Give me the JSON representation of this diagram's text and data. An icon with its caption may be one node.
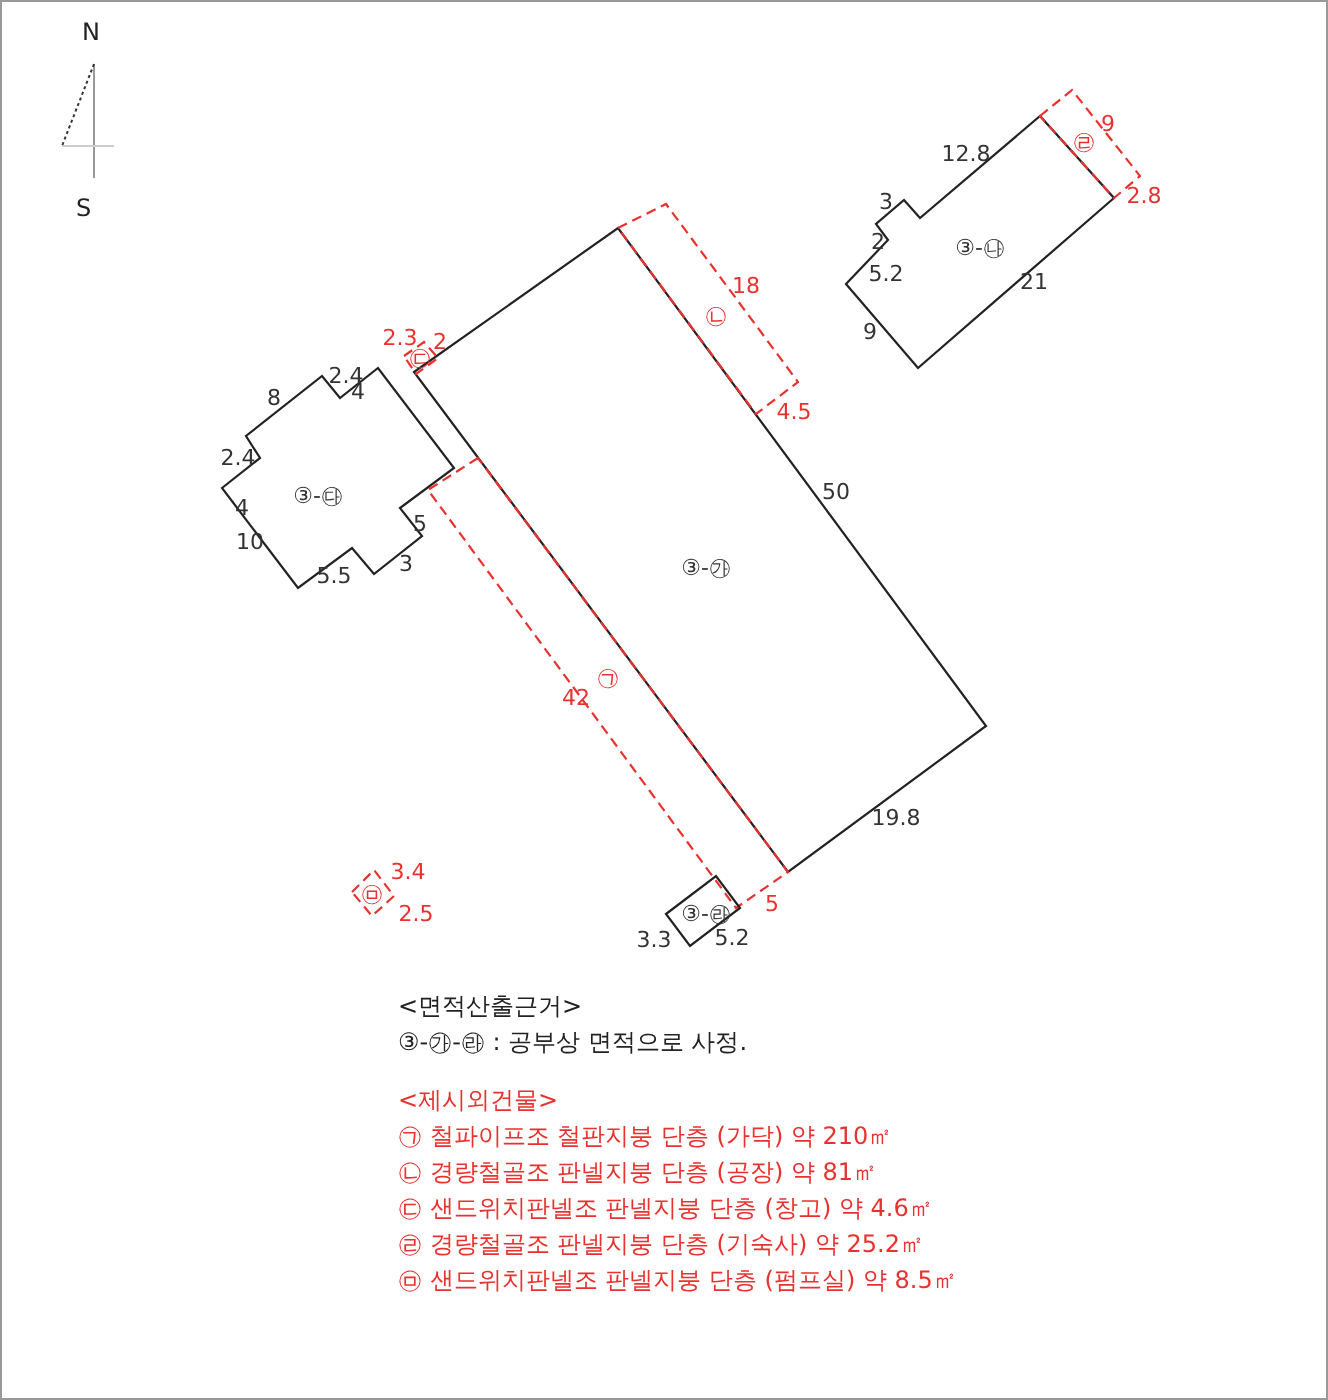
{
  "diagram": {
    "nodes": [
      {
        "text": [
          "③-㉮"
        ],
        "beside": [
          "50",
          "19.8"
        ]
      },
      {
        "text": [
          "㉡"
        ],
        "beside": [
          "18",
          "4.5"
        ]
      },
      {
        "text": [
          "㉠"
        ],
        "beside": [
          "42",
          "5"
        ]
      },
      {
        "text": [
          "㉢"
        ],
        "beside": [
          "2.3",
          "2"
        ]
      },
      {
        "text": [
          "③-㉰"
        ],
        "beside": [
          "8",
          "2.4",
          "2.4",
          "10",
          "5.5",
          "3",
          "5"
        ]
      },
      {
        "text": [
          "③-㉯"
        ],
        "beside": [
          "12.8",
          "3",
          "2",
          "9",
          "21"
        ]
      },
      {
        "text": [
          "㉣"
        ],
        "beside": [
          "9",
          "2.8"
        ]
      },
      {
        "text": [
          "③-㉱"
        ],
        "beside": [
          "3.3",
          "5.2"
        ]
      },
      {
        "text": [
          "㉤"
        ],
        "beside": [
          "3.4",
          "2.5"
        ]
      }
    ],
    "labels": [
      "N",
      "S",
      "4",
      "4",
      "5.2",
      "<면적산출근거>",
      "③-㉮-㉱ : 공부상 면적으로 사정.",
      "<제시외건물>",
      "㉠ 철파이프조 철판지붕 단층 (가닥) 약 210㎡",
      "㉡ 경량철골조 판넬지붕 단층 (공장) 약 81㎡",
      "㉢ 샌드위치판넬조 판넬지붕 단층 (창고) 약 4.6㎡",
      "㉣ 경량철골조 판넬지붕 단층 (기숙사) 약 25.2㎡",
      "㉤ 샌드위치판넬조 판넬지붕 단층 (펌프실) 약 8.5㎡"
    ]
  }
}
